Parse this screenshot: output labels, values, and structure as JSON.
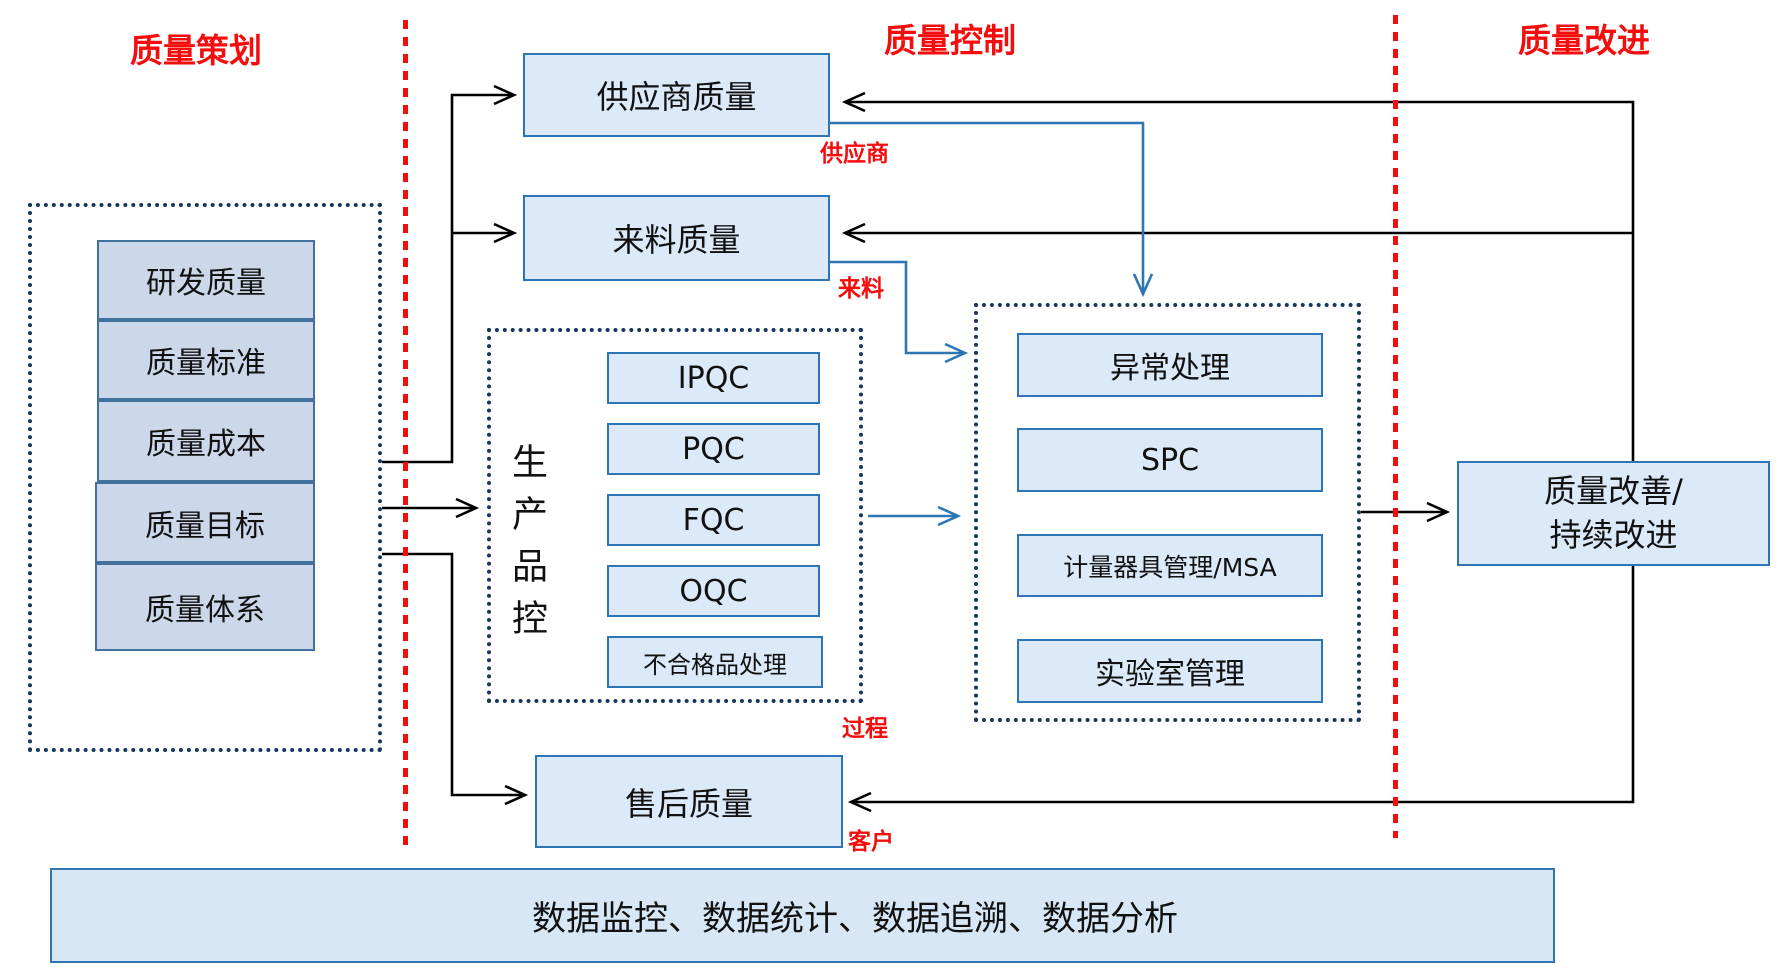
{
  "titles": {
    "planning": "质量策划",
    "control": "质量控制",
    "improvement": "质量改进"
  },
  "planning_group": {
    "items": [
      "研发质量",
      "质量标准",
      "质量成本",
      "质量目标",
      "质量体系"
    ]
  },
  "boxes": {
    "supplier": "供应商质量",
    "incoming": "来料质量",
    "aftersales": "售后质量",
    "improve_line1": "质量改善/",
    "improve_line2": "持续改进"
  },
  "production_group": {
    "vertical_label": "生产品控",
    "items": [
      "IPQC",
      "PQC",
      "FQC",
      "OQC",
      "不合格品处理"
    ]
  },
  "quality_control_group": {
    "items": [
      "异常处理",
      "SPC",
      "计量器具管理/MSA",
      "实验室管理"
    ]
  },
  "stage_labels": {
    "supplier": "供应商",
    "incoming": "来料",
    "process": "过程",
    "customer": "客户"
  },
  "bottom_bar": {
    "text": "数据监控、数据统计、数据追溯、数据分析"
  },
  "colors": {
    "section_title_red": "#f50d0d",
    "dashed_group_navy": "#17375e",
    "node_fill": "#dbe9f8",
    "node_border": "#2e75b5",
    "planning_item_fill": "#ccd8ea",
    "planning_item_border": "#41719c",
    "connector_black": "#000000",
    "connector_blue": "#2e75b6"
  }
}
